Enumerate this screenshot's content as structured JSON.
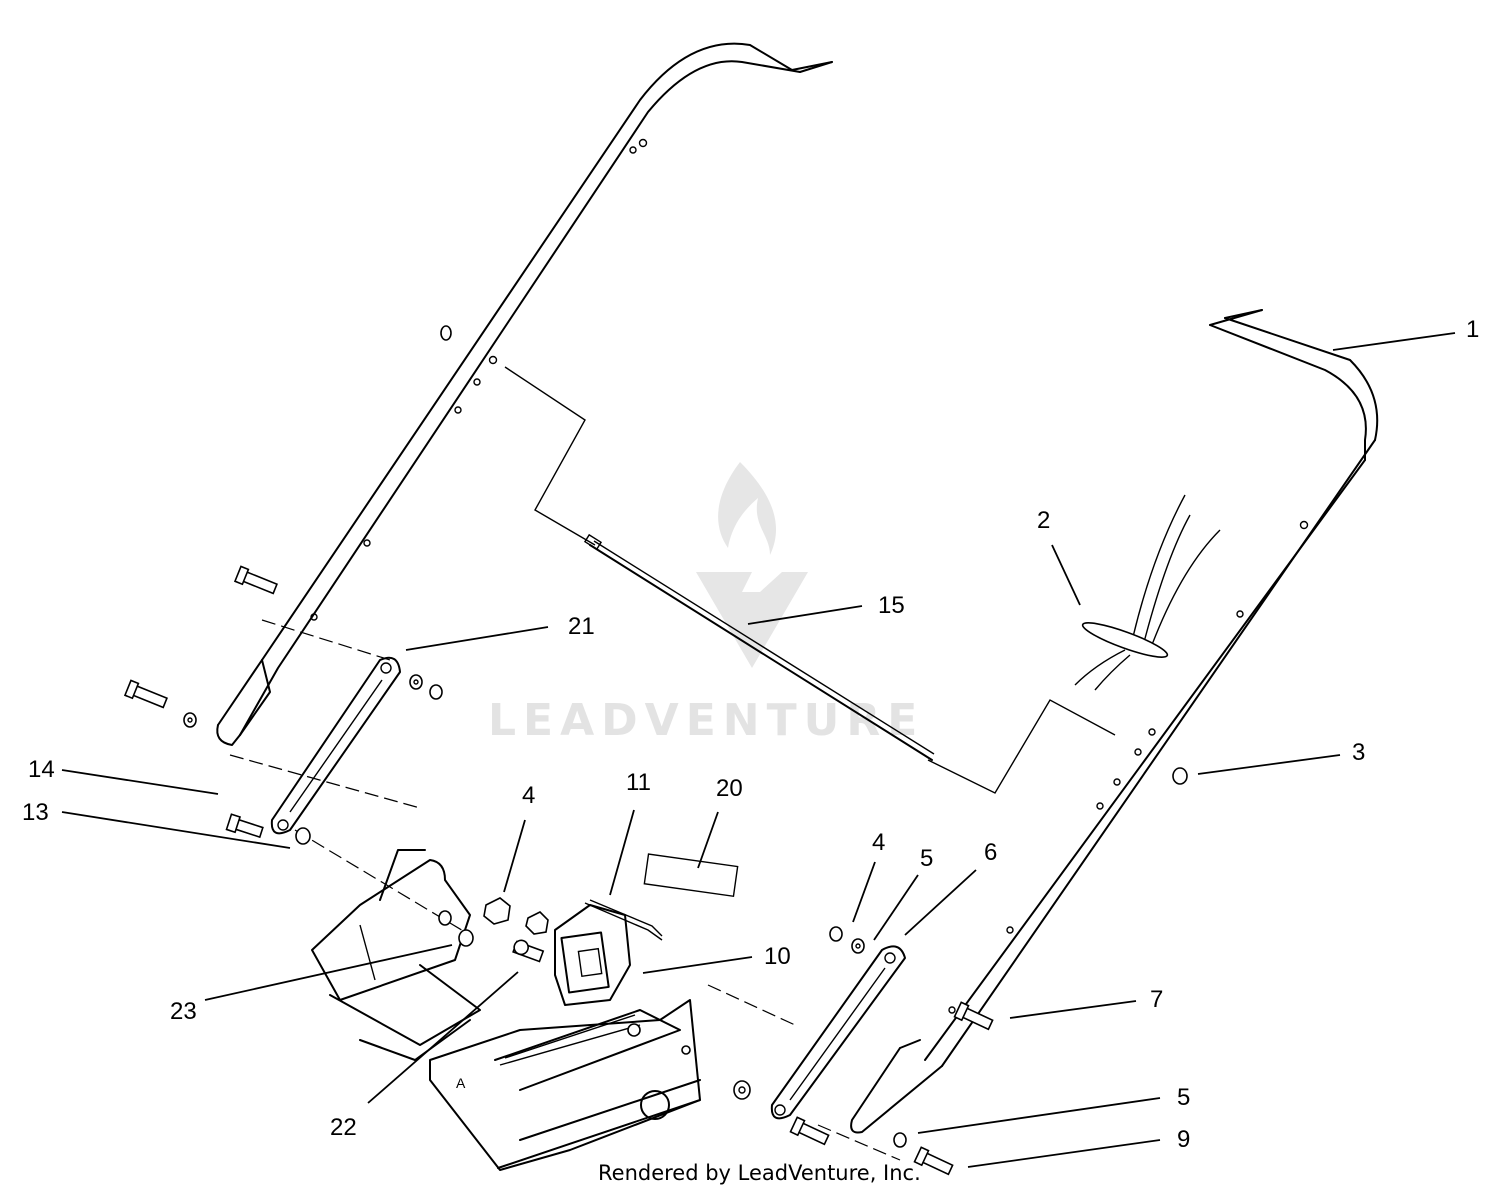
{
  "watermark": "LEADVENTURE",
  "credit": "Rendered by LeadVenture, Inc.",
  "callouts": {
    "c1": "1",
    "c2": "2",
    "c3": "3",
    "c4a": "4",
    "c4b": "4",
    "c5a": "5",
    "c5b": "5",
    "c6": "6",
    "c7": "7",
    "c9": "9",
    "c10": "10",
    "c11": "11",
    "c13": "13",
    "c14": "14",
    "c15": "15",
    "c20": "20",
    "c21": "21",
    "c22": "22",
    "c23": "23"
  }
}
